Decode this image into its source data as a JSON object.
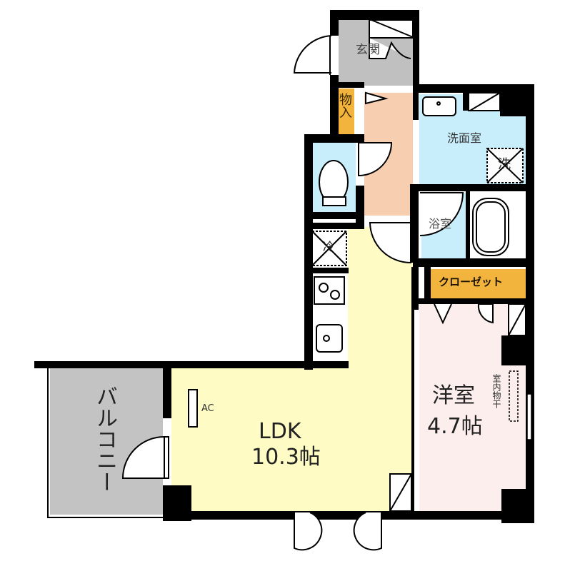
{
  "floorplan": {
    "colors": {
      "entrance": "#c0c0c0",
      "hallway": "#f7cfb0",
      "wet_area": "#c9eefb",
      "ldk": "#fefcc4",
      "western_room": "#fdeeee",
      "storage": "#f2b43c",
      "balcony": "#c3c3c3",
      "wall": "#000000"
    },
    "rooms": {
      "entrance": {
        "label": "玄関"
      },
      "storage": {
        "label": "物入"
      },
      "washroom": {
        "label": "洗面室"
      },
      "washer": {
        "label": "洗"
      },
      "bathroom": {
        "label": "浴室"
      },
      "closet": {
        "label": "クローゼット"
      },
      "fridge": {
        "label": "冷"
      },
      "ldk": {
        "label": "LDK",
        "size": "10.3帖"
      },
      "western_room": {
        "label": "洋室",
        "size": "4.7帖"
      },
      "indoor_drying": {
        "label": "室内物干"
      },
      "balcony": {
        "label": "バルコニー"
      },
      "ac": {
        "label": "AC"
      }
    }
  }
}
